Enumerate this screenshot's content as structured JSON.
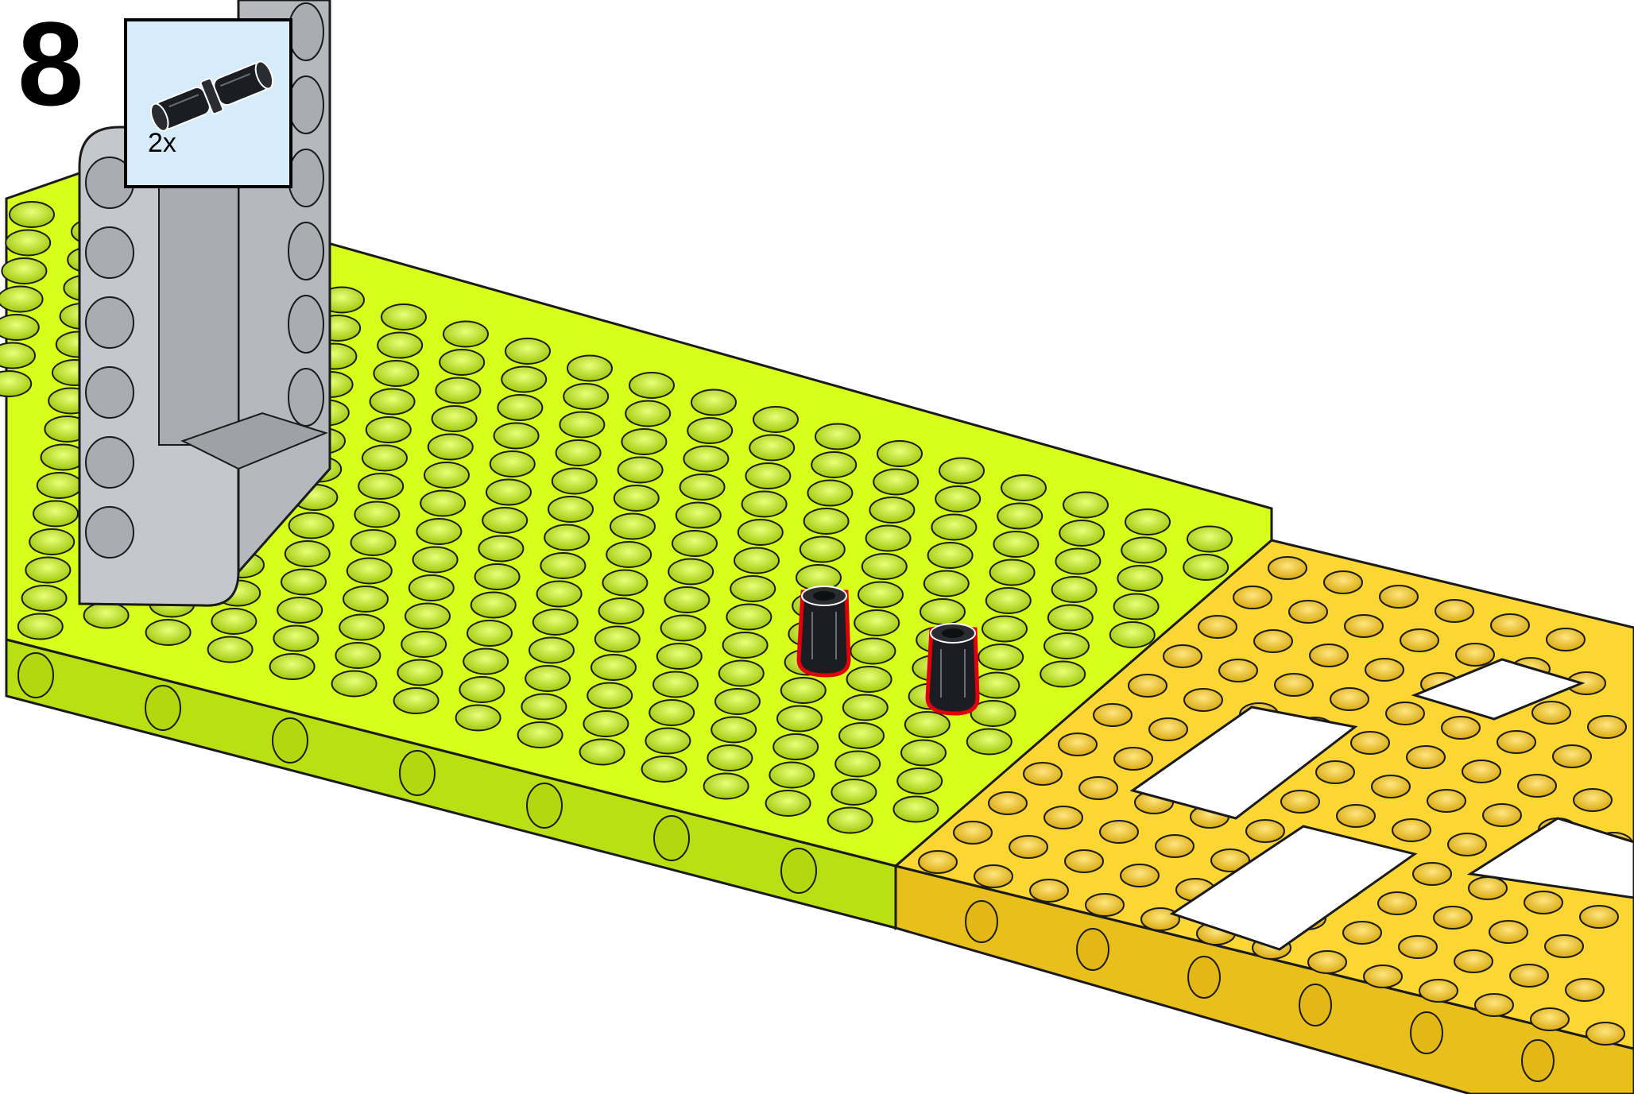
{
  "step": {
    "number": "8"
  },
  "parts_callout": {
    "quantity": "2x",
    "part_icon": "black-connector-peg-icon"
  },
  "model": {
    "plates": [
      "lime-green-grid-plate",
      "yellow-open-frame-plate"
    ],
    "beam": "grey-u-frame-beam",
    "highlighted_parts": [
      "black-connector-peg",
      "black-connector-peg"
    ],
    "colors": {
      "lime_plate": "#d8ff1c",
      "lime_shadow": "#a9cf0c",
      "yellow_plate": "#fcd633",
      "yellow_shadow": "#e3b716",
      "grey_beam": "#b9bcc0",
      "peg": "#1b1d22",
      "highlight": "#e0000a",
      "callout_bg": "#d6ecfb"
    }
  }
}
